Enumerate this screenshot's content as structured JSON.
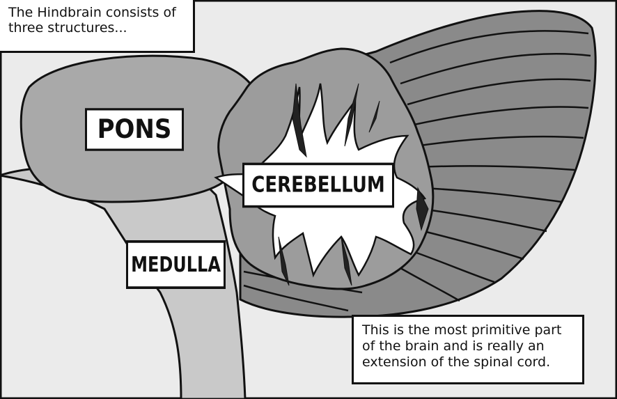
{
  "captions": {
    "top": "The Hindbrain consists of\nthree structures...",
    "bottom": "This is the most primitive part\nof the brain and is really an\nextension of the spinal cord."
  },
  "labels": {
    "pons": "PONS",
    "cerebellum": "CEREBELLUM",
    "medulla": "MEDULLA"
  },
  "colors": {
    "pons_fill": "#a9a9a9",
    "medulla_fill": "#c9c9c9",
    "cerebellum_fill": "#8a8a8a",
    "arbor_white": "#ffffff",
    "outline": "#111111",
    "background": "#ebebeb"
  }
}
